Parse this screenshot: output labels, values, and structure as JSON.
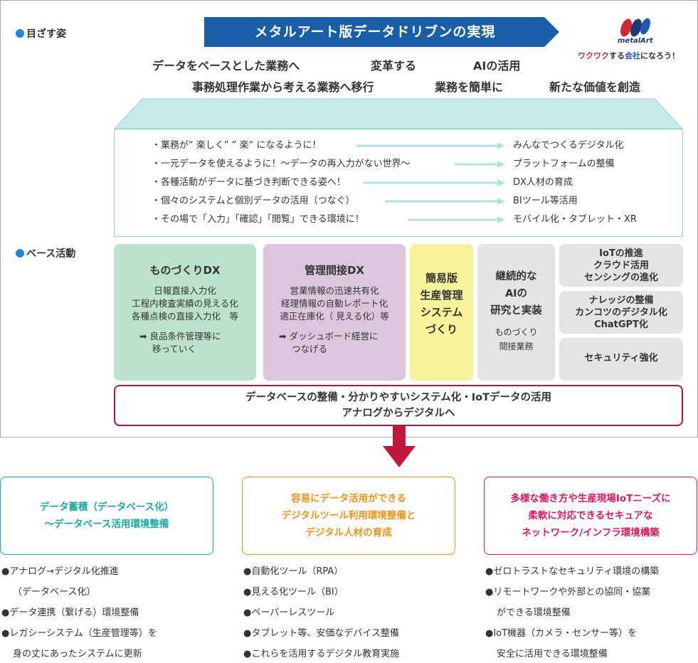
{
  "labels": {
    "goal": "目ざす姿",
    "base": "ベース活動"
  },
  "banner": {
    "title": "メタルアート版データドリブンの実現"
  },
  "logo": {
    "name": "metalArt",
    "tag_a": "ワクワク",
    "tag_b": "する",
    "tag_c": "会社",
    "tag_d": "になろう！"
  },
  "goals": {
    "g1": "データをベースとした業務へ",
    "g2": "変革する",
    "g3": "AIの活用",
    "g4": "事務処理作業から考える業務へ移行",
    "g5": "業務を簡単に",
    "g6": "新たな価値を創造"
  },
  "bullets": [
    {
      "text": "・業務が“ 楽しく” ” 楽“ になるように！",
      "result": "みんなでつくるデジタル化"
    },
    {
      "text": "・一元データを使えるように！〜データの再入力がない世界〜",
      "result": "プラットフォームの整備"
    },
    {
      "text": "・各種活動がデータに基づき判断できる姿へ！",
      "result": "DX人材の育成"
    },
    {
      "text": "・個々のシステムと個別データの活用（つなぐ）",
      "result": "BIツール等活用"
    },
    {
      "text": "・その場で「入力」「確認」「閲覧」できる環境に！",
      "result": "モバイル化・タブレット・XR"
    }
  ],
  "cards": {
    "monozukuri": {
      "title": "ものづくりDX",
      "lines": [
        "日報直接入力化",
        "工程内検査実績の見える化",
        "各種点検の直接入力化　等"
      ],
      "note1": "➡ 良品条件管理等に",
      "note2": "移っていく"
    },
    "kanri": {
      "title": "管理間接DX",
      "lines": [
        "営業情報の迅速共有化",
        "経理情報の自動レポート化",
        "適正在庫化（ 見える化）等"
      ],
      "note1": "➡ ダッシュボード経営に",
      "note2": "つなげる"
    },
    "kani": {
      "lines": [
        "簡易版",
        "生産管理",
        "システム",
        "づくり"
      ]
    },
    "keizoku": {
      "lines": [
        "継続的な",
        "AIの",
        "研究と実装"
      ],
      "sub": [
        "ものづくり",
        "間接業務"
      ]
    },
    "iot": {
      "lines": [
        "IoTの推進",
        "クラウド活用",
        "センシングの進化"
      ]
    },
    "knowledge": {
      "lines": [
        "ナレッジの整備",
        "カンコツのデジタル化",
        "ChatGPT化"
      ]
    },
    "security": {
      "lines": [
        "セキュリティ強化"
      ]
    }
  },
  "base_bar": {
    "line1": "データベースの整備・分かりやすいシステム化・IoTデータの活用",
    "line2": "アナログからデジタルへ"
  },
  "outcomes": [
    {
      "color": "#1aa8a4",
      "title": [
        "データ蓄積（データベース化）",
        "〜データベース活用環境整備"
      ],
      "items": [
        [
          "●アナログ→デジタル化推進",
          "（データベース化）"
        ],
        [
          "●データ連携（繋げる）環境整備"
        ],
        [
          "●レガシーシステム（生産管理等）を",
          "身の丈にあったシステムに更新"
        ]
      ]
    },
    {
      "color": "#f0931e",
      "title": [
        "容易にデータ活用ができる",
        "デジタルツール利用環境整備と",
        "デジタル人材の育成"
      ],
      "items": [
        [
          "●自動化ツール（RPA）"
        ],
        [
          "●見える化ツール（BI）"
        ],
        [
          "●ペーパーレスツール"
        ],
        [
          "●タブレット等、安価なデバイス整備"
        ],
        [
          "●これらを活用するデジタル教育実施"
        ]
      ]
    },
    {
      "color": "#d81b60",
      "title": [
        "多様な働き方や生産現場IoTニーズに",
        "柔軟に対応できるセキュアな",
        "ネットワーク/インフラ環境構築"
      ],
      "items": [
        [
          "●ゼロトラストなセキュリティ環境の構築"
        ],
        [
          "●リモートワークや外部との協同・協業",
          "ができる環境整備"
        ],
        [
          "●IoT機器（カメラ・センサー等）を",
          "安全に活用できる環境整備"
        ]
      ]
    }
  ],
  "colors": {
    "banner": "#1b5ea8",
    "dot": "#1e88d8",
    "roof": "#c7e9e7",
    "roof_border": "#8fd3d0",
    "arrow_line": "#aee3e0",
    "card_green": "#bde2cc",
    "card_purple": "#dcc6dd",
    "card_yellow": "#f6f39a",
    "card_gray": "#e4e4e4",
    "base_border": "#b3163c",
    "down_arrow": "#c0173a"
  }
}
